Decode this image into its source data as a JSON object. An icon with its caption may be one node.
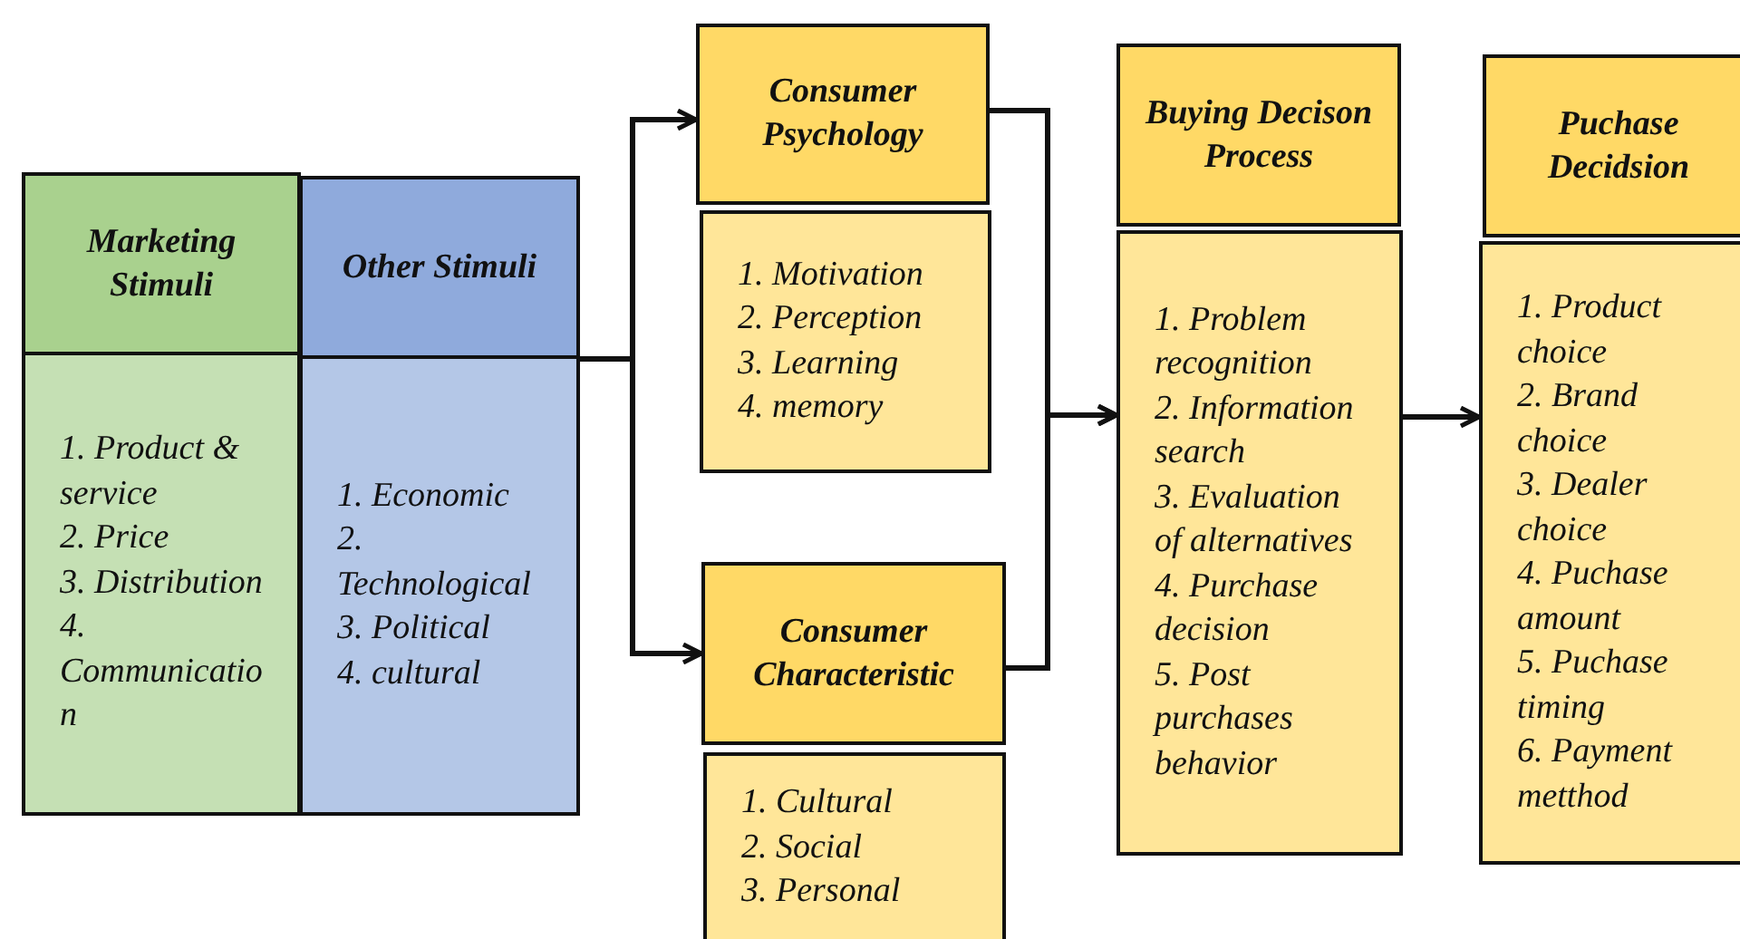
{
  "diagram": {
    "nodes": [
      {
        "text": [
          "Marketing Stimuli"
        ]
      },
      {
        "text": [
          "1. Product & service",
          "2. Price",
          "3. Distribution",
          "4. Communication"
        ]
      },
      {
        "text": [
          "Other Stimuli"
        ]
      },
      {
        "text": [
          "1. Economic",
          "2. Technological",
          "3. Political",
          "4. cultural"
        ]
      },
      {
        "text": [
          "Consumer Psychology"
        ]
      },
      {
        "text": [
          "1. Motivation",
          "2. Perception",
          "3. Learning",
          "4. memory"
        ]
      },
      {
        "text": [
          "Consumer Characteristic"
        ]
      },
      {
        "text": [
          "1. Cultural",
          "2. Social",
          "3. Personal"
        ]
      },
      {
        "text": [
          "Buying Decison Process"
        ]
      },
      {
        "text": [
          "1. Problem recognition",
          "2. Information search",
          "3. Evaluation of alternatives",
          "4. Purchase decision",
          "5. Post purchases behavior"
        ]
      },
      {
        "text": [
          "Puchase Decidsion"
        ]
      },
      {
        "text": [
          "1. Product choice",
          "2. Brand choice",
          "3. Dealer choice",
          "4. Puchase amount",
          "5. Puchase timing",
          "6. Payment metthod"
        ]
      }
    ],
    "edges": [
      {
        "from": 3,
        "to": 4,
        "arrow": "to"
      },
      {
        "from": 3,
        "to": 6,
        "arrow": "to"
      },
      {
        "from": 4,
        "to": 9,
        "arrow": "to"
      },
      {
        "from": 6,
        "to": 9,
        "arrow": "to"
      },
      {
        "from": 9,
        "to": 11,
        "arrow": "to"
      }
    ]
  }
}
